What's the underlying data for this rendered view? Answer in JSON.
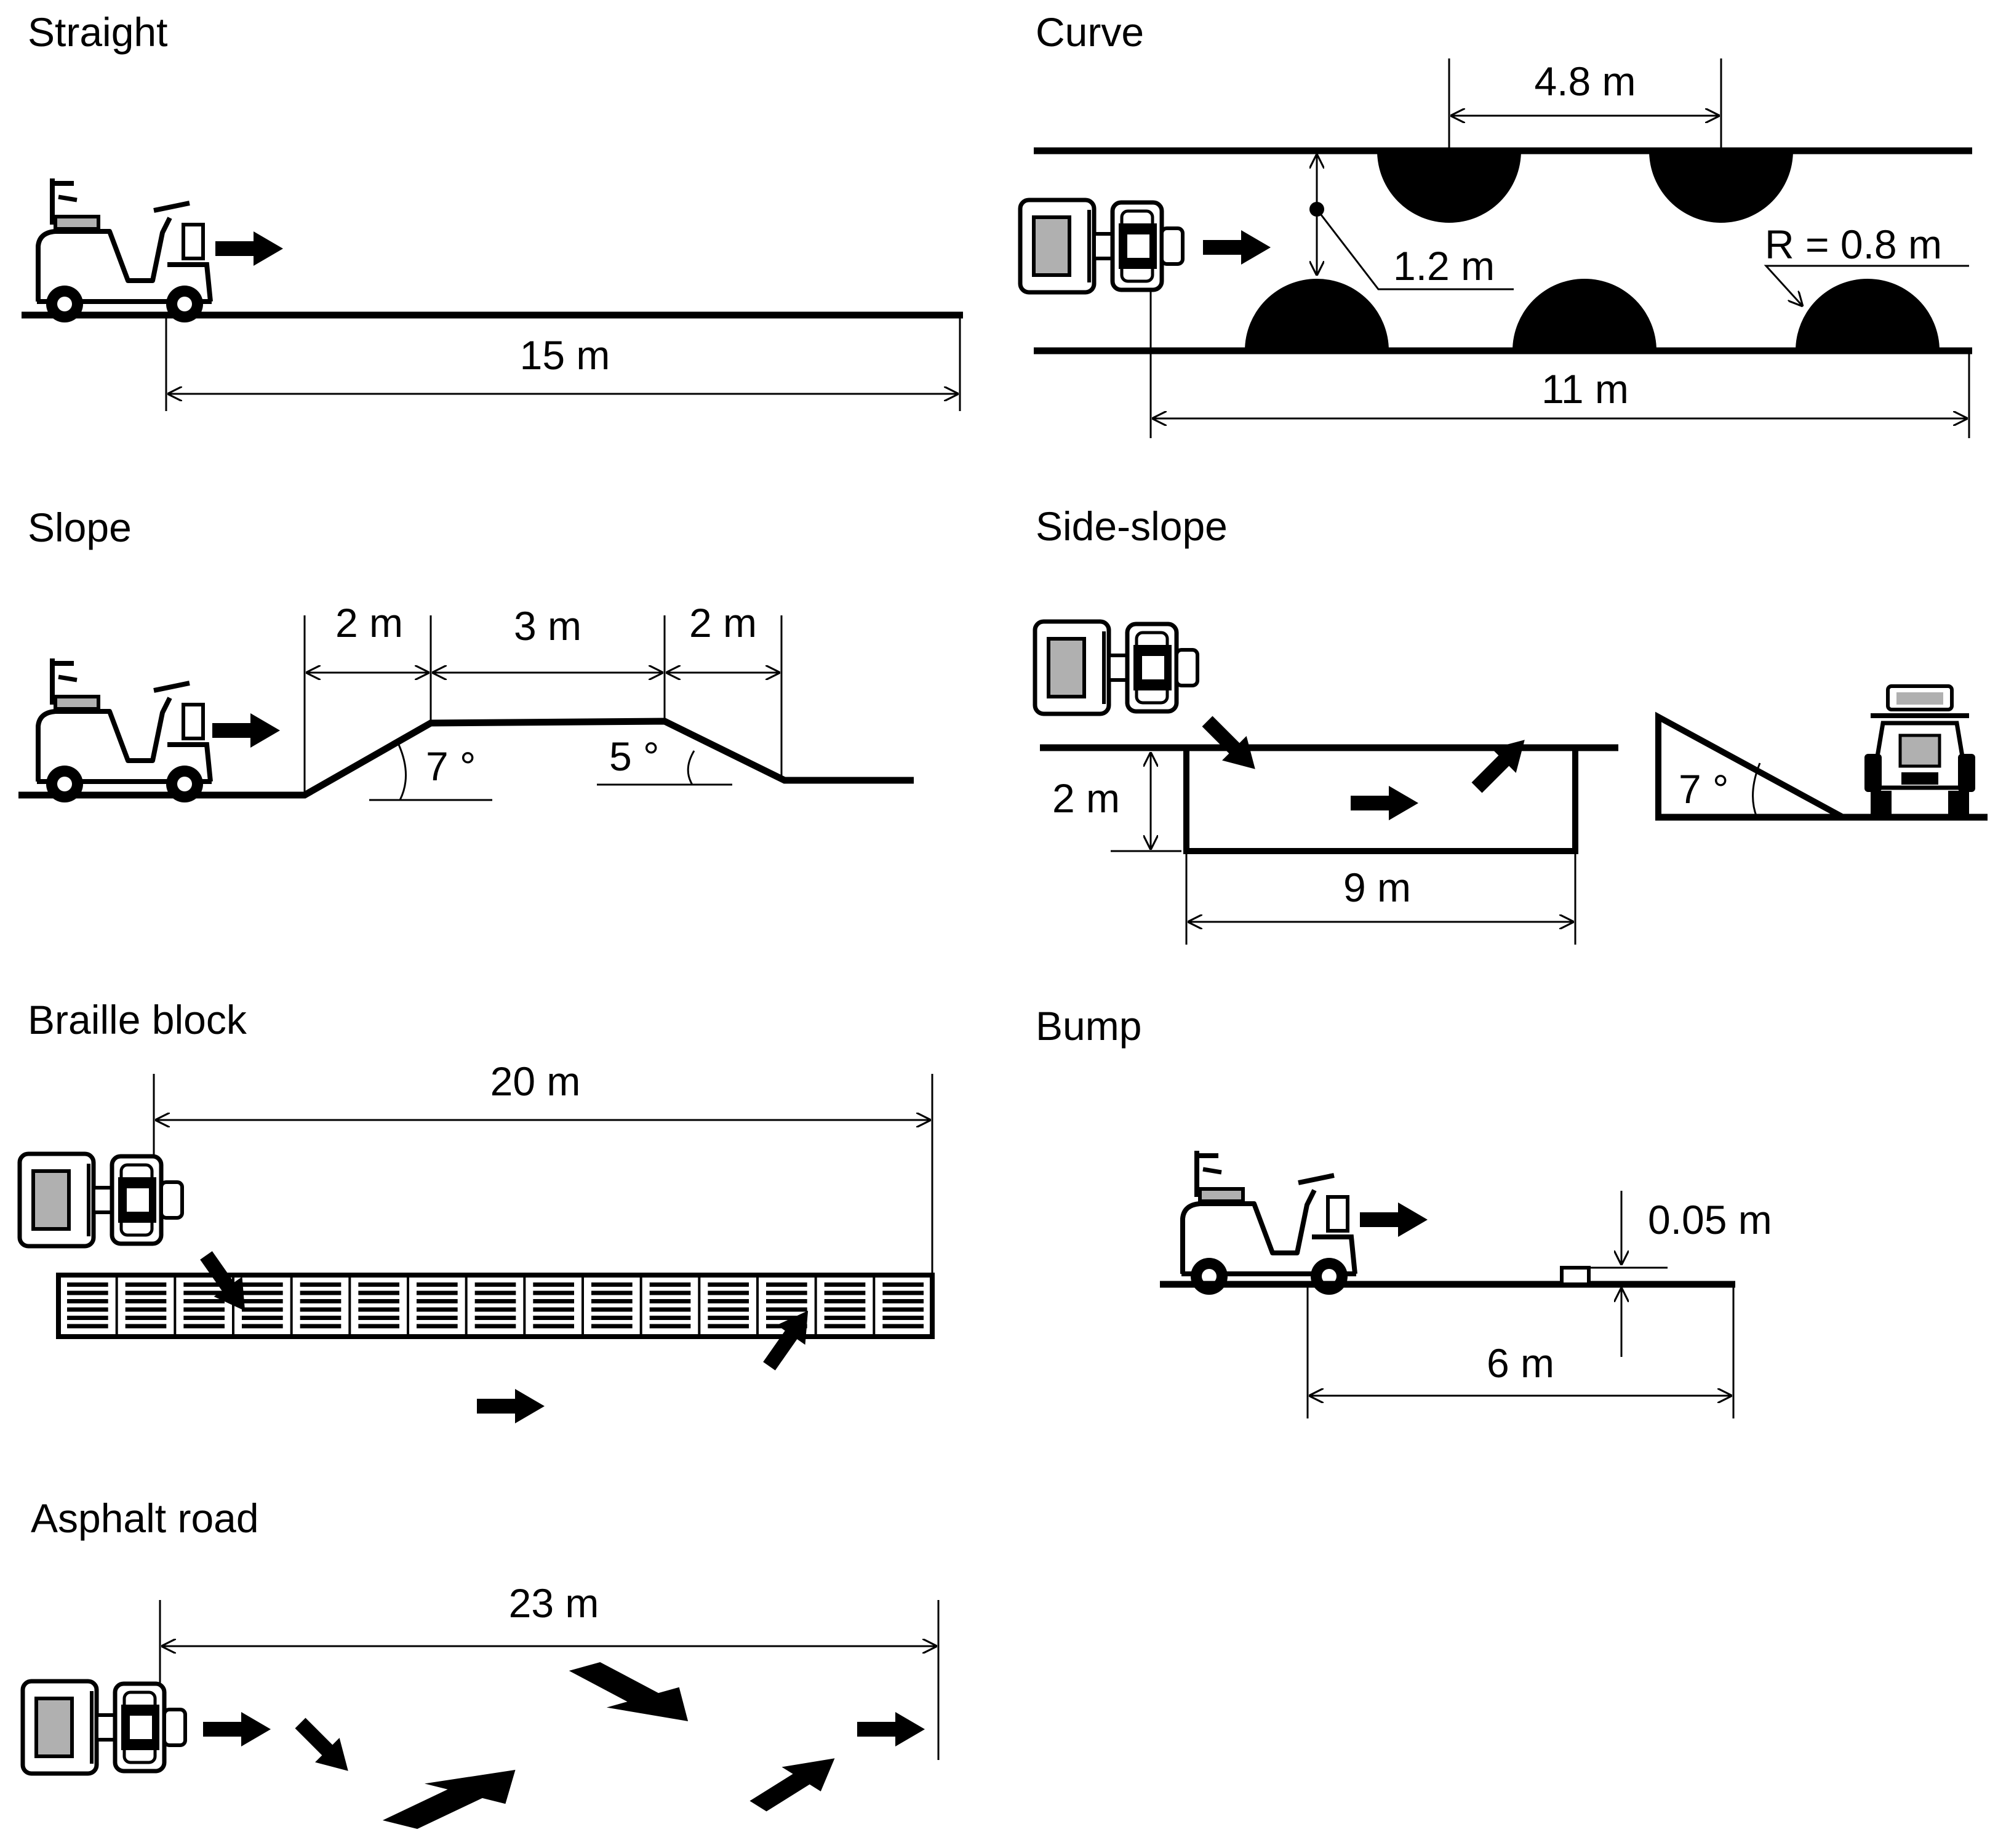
{
  "panels": {
    "straight": {
      "title": "Straight",
      "length": "15 m"
    },
    "curve": {
      "title": "Curve",
      "spacing": "4.8 m",
      "gap": "1.2 m",
      "radius": "R = 0.8 m",
      "length": "11 m"
    },
    "slope": {
      "title": "Slope",
      "seg1": "2 m",
      "seg2": "3 m",
      "seg3": "2 m",
      "angle_up": "7 °",
      "angle_down": "5 °"
    },
    "side_slope": {
      "title": "Side-slope",
      "width": "2 m",
      "length": "9 m",
      "angle": "7 °"
    },
    "braille_block": {
      "title": "Braille block",
      "length": "20 m",
      "tiles": 15
    },
    "bump": {
      "title": "Bump",
      "height": "0.05 m",
      "length": "6 m"
    },
    "asphalt_road": {
      "title": "Asphalt road",
      "length": "23 m"
    }
  },
  "colors": {
    "ink": "#000000",
    "seat_fill": "#b0b0b0",
    "background": "#ffffff"
  }
}
